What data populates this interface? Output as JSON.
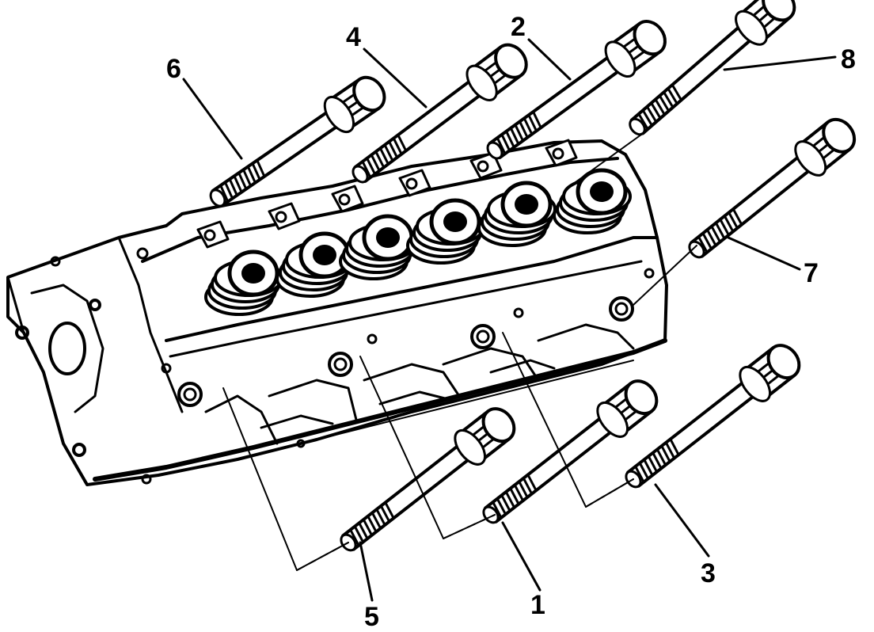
{
  "diagram": {
    "callouts": [
      {
        "id": "1",
        "label": "1"
      },
      {
        "id": "2",
        "label": "2"
      },
      {
        "id": "3",
        "label": "3"
      },
      {
        "id": "4",
        "label": "4"
      },
      {
        "id": "5",
        "label": "5"
      },
      {
        "id": "6",
        "label": "6"
      },
      {
        "id": "7",
        "label": "7"
      },
      {
        "id": "8",
        "label": "8"
      }
    ]
  },
  "colors": {
    "ink": "#000000",
    "paper": "#ffffff"
  }
}
